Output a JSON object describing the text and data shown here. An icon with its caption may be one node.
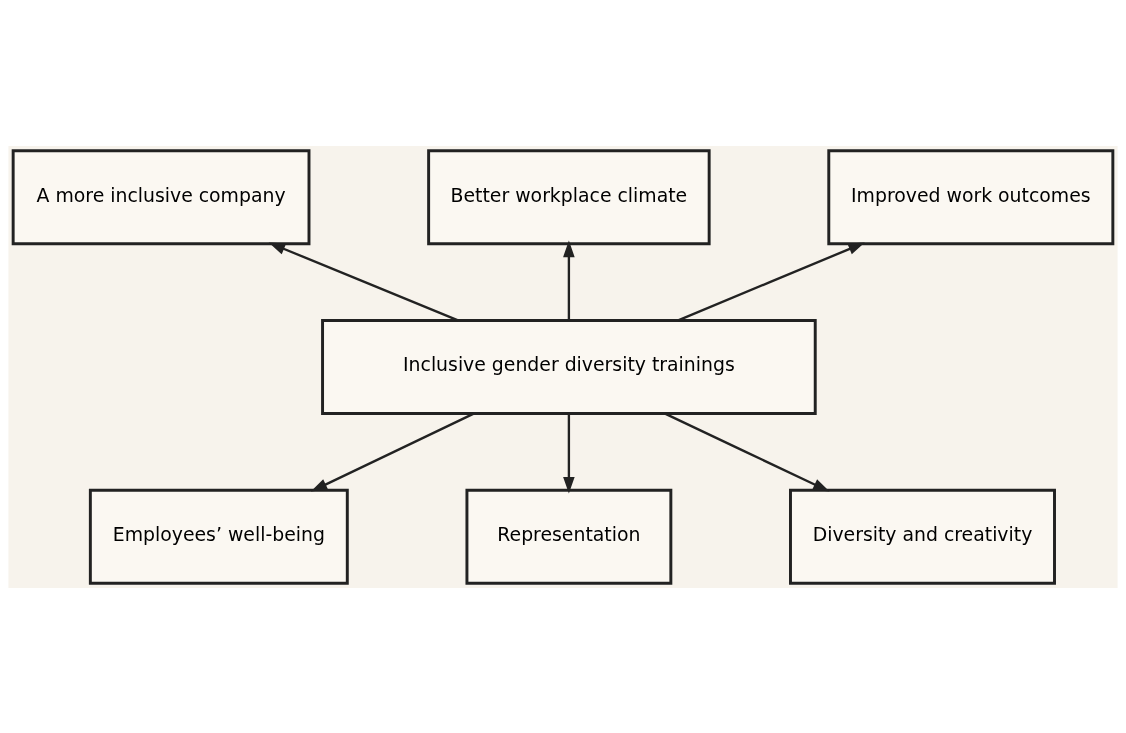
{
  "diagram": {
    "nodes": [
      {
        "text": [
          "Inclusive gender diversity trainings"
        ]
      },
      {
        "text": [
          "A more inclusive company"
        ]
      },
      {
        "text": [
          "Better workplace climate"
        ]
      },
      {
        "text": [
          "Improved work outcomes"
        ]
      },
      {
        "text": [
          "Employees’ well-being"
        ]
      },
      {
        "text": [
          "Representation"
        ]
      },
      {
        "text": [
          "Diversity and creativity"
        ]
      }
    ],
    "edges": [
      {
        "from": 0,
        "to": 1,
        "arrow": "to"
      },
      {
        "from": 0,
        "to": 2,
        "arrow": "to"
      },
      {
        "from": 0,
        "to": 3,
        "arrow": "to"
      },
      {
        "from": 0,
        "to": 4,
        "arrow": "to"
      },
      {
        "from": 0,
        "to": 5,
        "arrow": "to"
      },
      {
        "from": 0,
        "to": 6,
        "arrow": "to"
      }
    ]
  }
}
